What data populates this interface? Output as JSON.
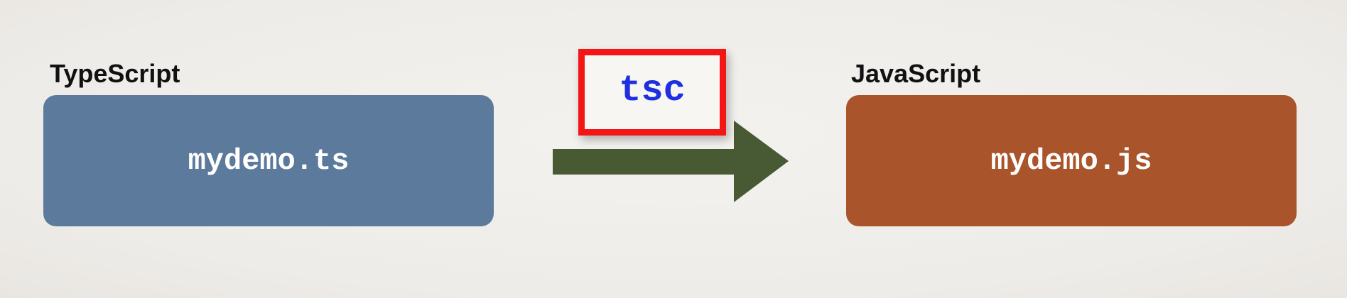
{
  "source": {
    "heading": "TypeScript",
    "file": "mydemo.ts"
  },
  "output": {
    "heading": "JavaScript",
    "file": "mydemo.js"
  },
  "compiler": {
    "label": "tsc"
  },
  "colors": {
    "typescript_box": "#5c7a9c",
    "javascript_box": "#a9542b",
    "arrow": "#475a34",
    "compiler_border": "#f41515",
    "compiler_text": "#1d2fe0"
  }
}
